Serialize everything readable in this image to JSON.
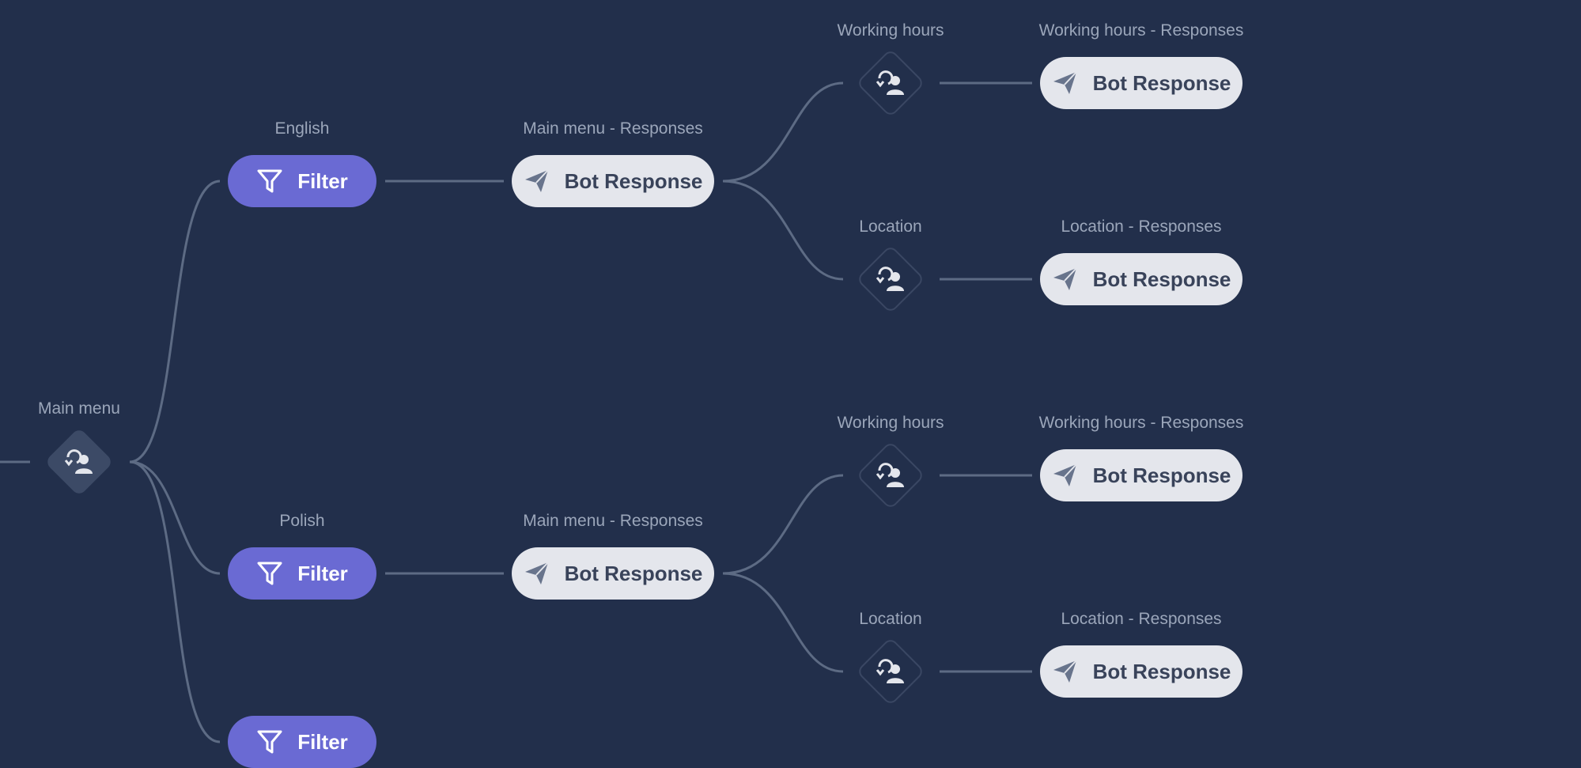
{
  "colors": {
    "background": "#222f4b",
    "filter_node": "#6a6ad3",
    "bot_node": "#e4e6ec",
    "connector": "#5d6b84",
    "label": "#9ba6ba"
  },
  "nodes": {
    "main_menu": {
      "label": "Main menu",
      "icon": "user-chat-icon"
    },
    "filter_english": {
      "label": "English",
      "text": "Filter",
      "icon": "filter-icon"
    },
    "filter_polish": {
      "label": "Polish",
      "text": "Filter",
      "icon": "filter-icon"
    },
    "filter_third": {
      "text": "Filter",
      "icon": "filter-icon"
    },
    "bot_main_en": {
      "label": "Main menu - Responses",
      "text": "Bot Response",
      "icon": "send-icon"
    },
    "bot_main_pl": {
      "label": "Main menu - Responses",
      "text": "Bot Response",
      "icon": "send-icon"
    },
    "wh_en": {
      "label": "Working hours",
      "icon": "user-chat-icon"
    },
    "loc_en": {
      "label": "Location",
      "icon": "user-chat-icon"
    },
    "wh_pl": {
      "label": "Working hours",
      "icon": "user-chat-icon"
    },
    "loc_pl": {
      "label": "Location",
      "icon": "user-chat-icon"
    },
    "bot_wh_en": {
      "label": "Working hours - Responses",
      "text": "Bot Response",
      "icon": "send-icon"
    },
    "bot_loc_en": {
      "label": "Location - Responses",
      "text": "Bot Response",
      "icon": "send-icon"
    },
    "bot_wh_pl": {
      "label": "Working hours - Responses",
      "text": "Bot Response",
      "icon": "send-icon"
    },
    "bot_loc_pl": {
      "label": "Location - Responses",
      "text": "Bot Response",
      "icon": "send-icon"
    }
  }
}
